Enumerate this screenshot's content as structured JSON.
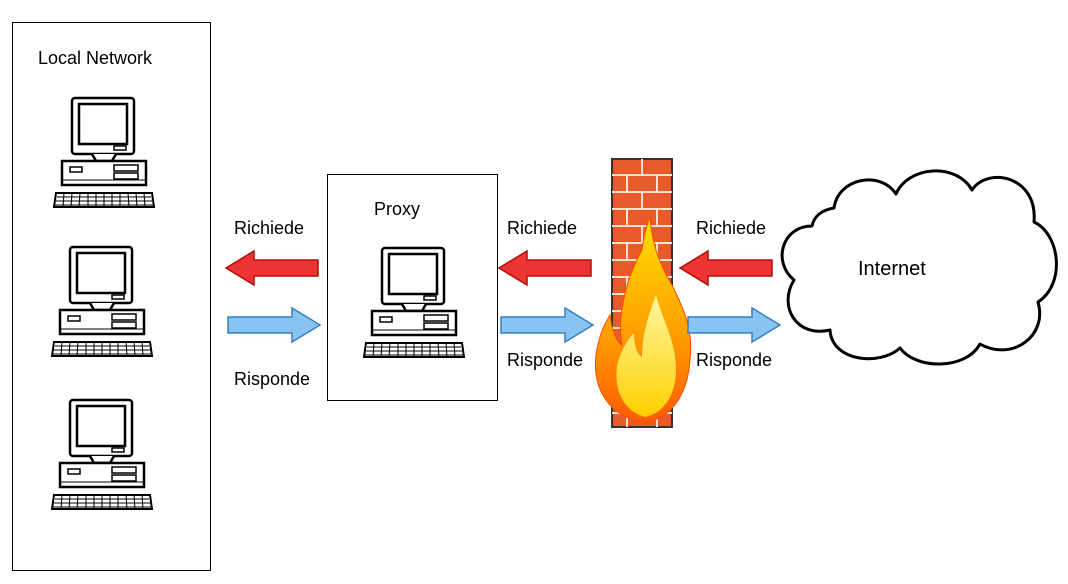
{
  "local_network": {
    "title": "Local Network",
    "computers": [
      "computer",
      "computer",
      "computer"
    ]
  },
  "proxy": {
    "title": "Proxy"
  },
  "internet": {
    "title": "Internet"
  },
  "flows": [
    {
      "request_label": "Richiede",
      "response_label": "Risponde"
    },
    {
      "request_label": "Richiede",
      "response_label": "Risponde"
    },
    {
      "request_label": "Richiede",
      "response_label": "Risponde"
    }
  ],
  "colors": {
    "request_arrow": "#ee3333",
    "response_arrow": "#88c4f2",
    "brick": "#e85a2a",
    "flame_outer": "#ff7a00",
    "flame_inner": "#ffe000"
  },
  "icons": [
    "computer-icon",
    "firewall-icon",
    "flame-icon",
    "cloud-icon",
    "arrow-left-icon",
    "arrow-right-icon"
  ]
}
